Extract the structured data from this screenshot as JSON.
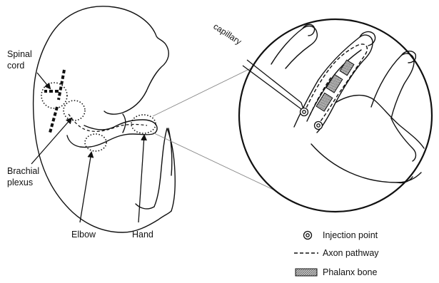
{
  "labels": {
    "spinal_cord": [
      "Spinal",
      "cord"
    ],
    "brachial_plexus": [
      "Brachial",
      "plexus"
    ],
    "elbow": "Elbow",
    "hand": "Hand",
    "capillary": "capillary"
  },
  "legend": [
    {
      "symbol": "injection-point",
      "label": "Injection point"
    },
    {
      "symbol": "axon-pathway",
      "label": "Axon pathway"
    },
    {
      "symbol": "phalanx-bone",
      "label": "Phalanx bone"
    }
  ]
}
